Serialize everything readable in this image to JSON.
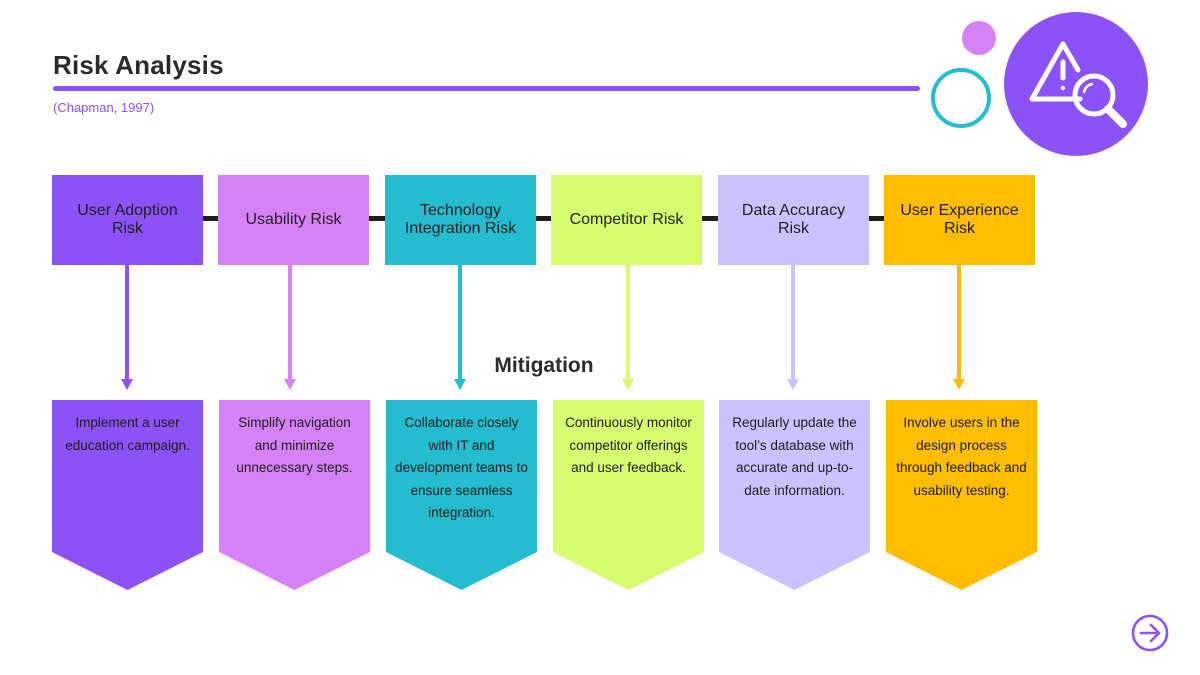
{
  "title": "Risk Analysis",
  "citation": "(Chapman, 1997)",
  "mitigation_label": "Mitigation",
  "colors": {
    "accent": "#8b52f7",
    "pink": "#d682f7",
    "teal": "#26bccf",
    "lime": "#d6fc72",
    "lavender": "#ccc2fd",
    "amber": "#ffbd00"
  },
  "header_icon": "warning-magnifier-icon",
  "next_icon": "arrow-right-circle-icon",
  "risks": [
    {
      "label": "User Adoption Risk",
      "color": "#8b52f7"
    },
    {
      "label": "Usability Risk",
      "color": "#d682f7"
    },
    {
      "label": "Technology Integration Risk",
      "color": "#26bccf"
    },
    {
      "label": "Competitor Risk",
      "color": "#d6fc72"
    },
    {
      "label": "Data Accuracy Risk",
      "color": "#ccc2fd"
    },
    {
      "label": "User Experience Risk",
      "color": "#ffbd00"
    }
  ],
  "mitigations": [
    "Implement a user education campaign.",
    "Simplify navigation and minimize unnecessary steps.",
    "Collaborate closely with IT and development teams to ensure seamless integration.",
    "Continuously monitor competitor offerings and user feedback.",
    "Regularly update the tool’s database with accurate and up-to-date information.",
    "Involve users in the design process through feedback and usability testing."
  ]
}
